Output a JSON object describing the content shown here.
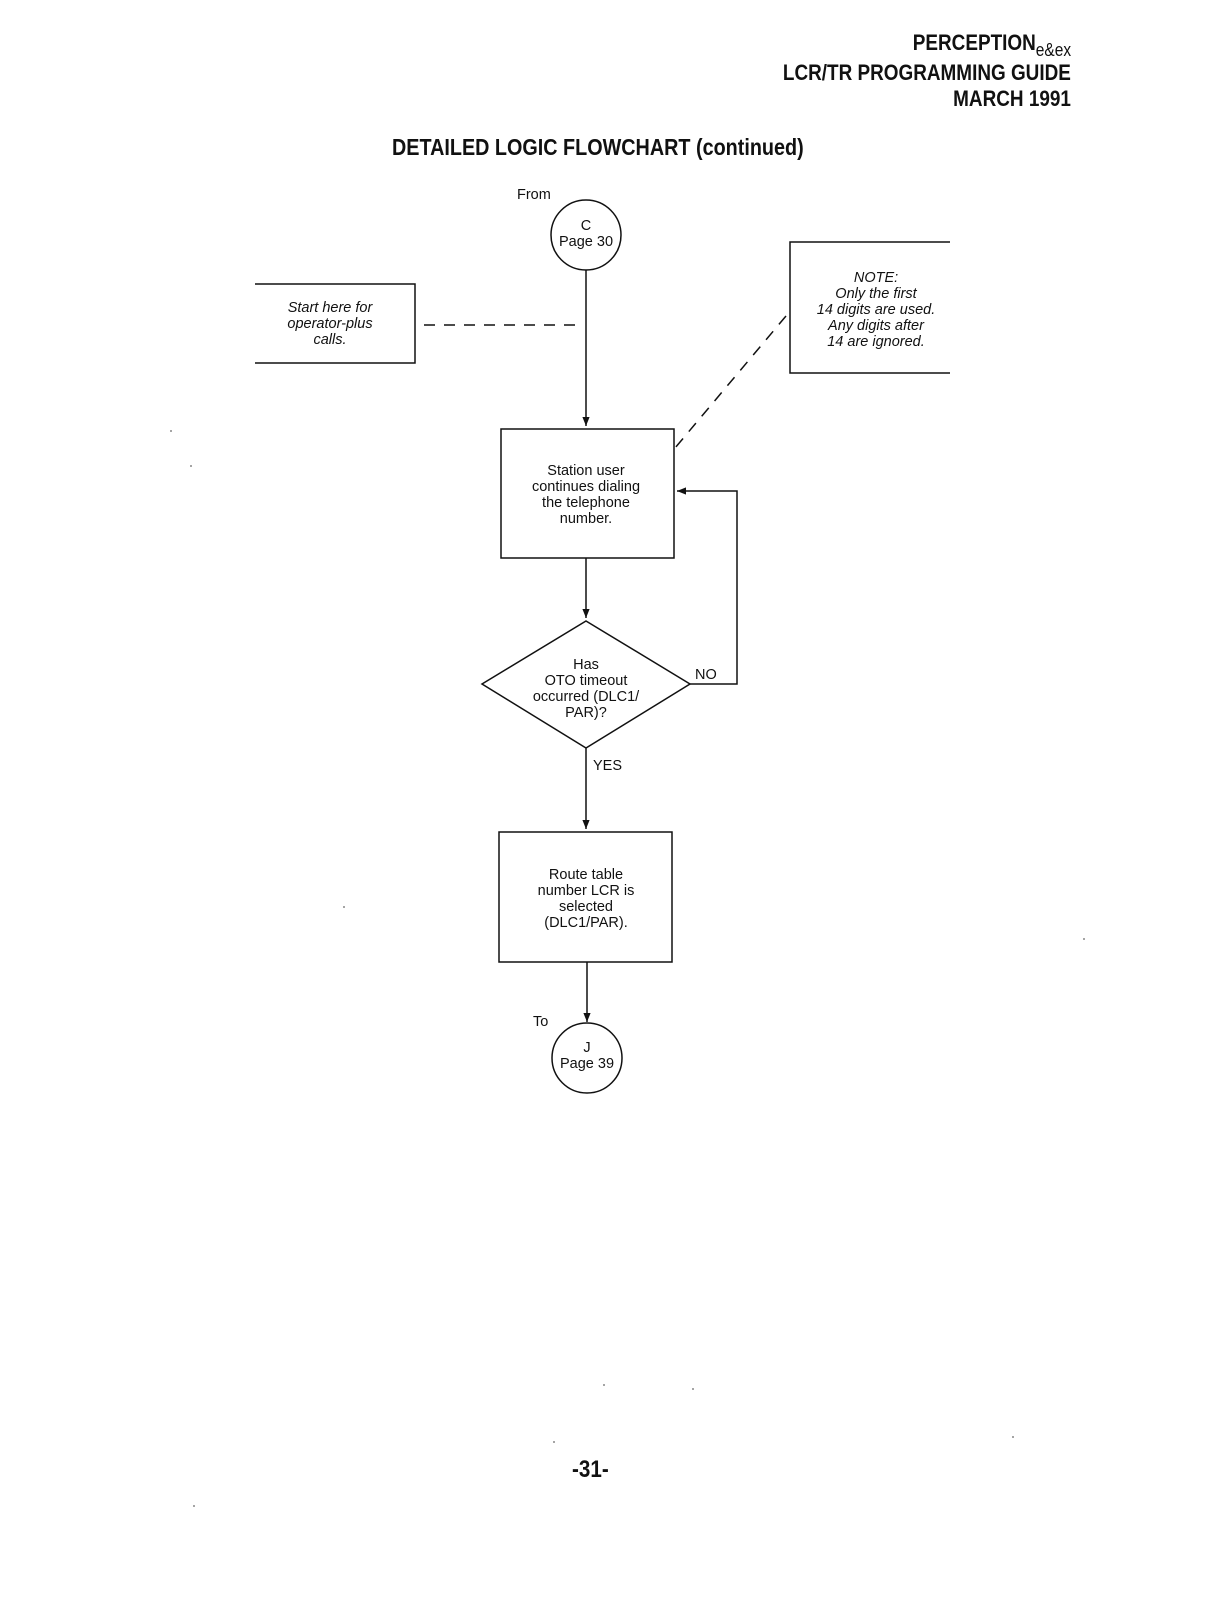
{
  "header": {
    "line1_main": "PERCEPTION",
    "line1_sub": "e&ex",
    "line2": "LCR/TR PROGRAMMING GUIDE",
    "line3": "MARCH 1991"
  },
  "title": "DETAILED LOGIC FLOWCHART (continued)",
  "flowchart": {
    "from_label": "From",
    "from_connector": {
      "letter": "C",
      "page": "Page 30"
    },
    "start_note": [
      "Start here for",
      "operator-plus",
      "calls."
    ],
    "note_box": [
      "NOTE:",
      "Only the first",
      "14 digits are used.",
      "Any digits after",
      "14 are ignored."
    ],
    "process1": [
      "Station user",
      "continues dialing",
      "the telephone",
      "number."
    ],
    "decision": [
      "Has",
      "OTO timeout",
      "occurred (DLC1/",
      "PAR)?"
    ],
    "no_label": "NO",
    "yes_label": "YES",
    "process2": [
      "Route table",
      "number LCR is",
      "selected",
      "(DLC1/PAR)."
    ],
    "to_label": "To",
    "to_connector": {
      "letter": "J",
      "page": "Page 39"
    }
  },
  "page_number": "-31-"
}
